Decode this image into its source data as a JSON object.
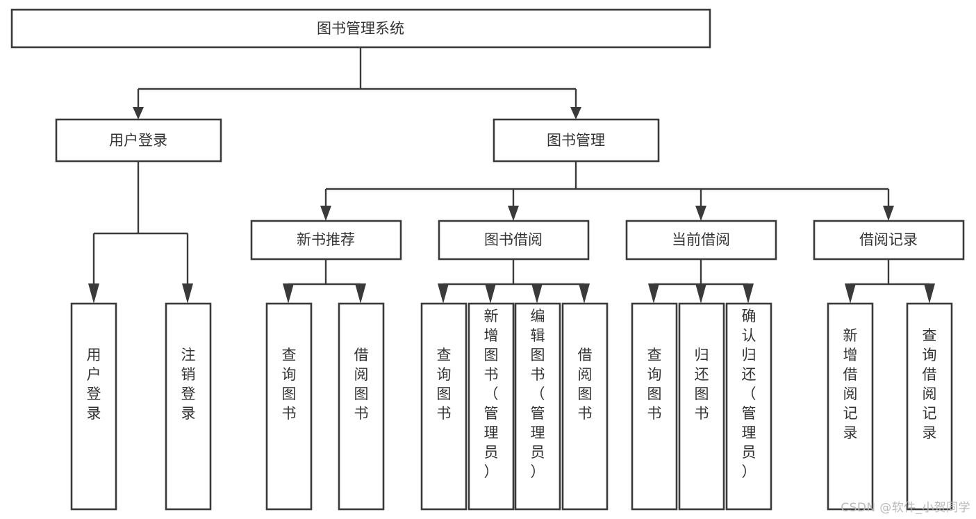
{
  "diagram": {
    "title": "图书管理系统",
    "type": "tree",
    "orientation": "top-down",
    "colors": {
      "box_stroke": "#3a3a3a",
      "box_fill": "#ffffff",
      "edge": "#3a3a3a",
      "label": "#333333",
      "background": "#ffffff",
      "watermark": "#b9b9b9"
    },
    "nodes": {
      "root": {
        "label": "图书管理系统",
        "orientation": "horizontal"
      },
      "level2": [
        {
          "id": "user-login",
          "label": "用户登录",
          "orientation": "horizontal"
        },
        {
          "id": "book-manage",
          "label": "图书管理",
          "orientation": "horizontal"
        }
      ],
      "level3": [
        {
          "id": "new-book-recommend",
          "label": "新书推荐",
          "orientation": "horizontal"
        },
        {
          "id": "book-borrow",
          "label": "图书借阅",
          "orientation": "horizontal"
        },
        {
          "id": "current-borrow",
          "label": "当前借阅",
          "orientation": "horizontal"
        },
        {
          "id": "borrow-record",
          "label": "借阅记录",
          "orientation": "horizontal"
        }
      ],
      "leaves": [
        {
          "id": "leaf-user-login",
          "label": "用户登录",
          "parent": "user-login",
          "orientation": "vertical"
        },
        {
          "id": "leaf-logout-login",
          "label": "注销登录",
          "parent": "user-login",
          "orientation": "vertical"
        },
        {
          "id": "leaf-query-book-1",
          "label": "查询图书",
          "parent": "new-book-recommend",
          "orientation": "vertical"
        },
        {
          "id": "leaf-borrow-book-1",
          "label": "借阅图书",
          "parent": "new-book-recommend",
          "orientation": "vertical"
        },
        {
          "id": "leaf-query-book-2",
          "label": "查询图书",
          "parent": "book-borrow",
          "orientation": "vertical"
        },
        {
          "id": "leaf-add-book",
          "label": "新增图书（管理员）",
          "parent": "book-borrow",
          "orientation": "vertical"
        },
        {
          "id": "leaf-edit-book",
          "label": "编辑图书（管理员）",
          "parent": "book-borrow",
          "orientation": "vertical"
        },
        {
          "id": "leaf-borrow-book-2",
          "label": "借阅图书",
          "parent": "book-borrow",
          "orientation": "vertical"
        },
        {
          "id": "leaf-query-book-3",
          "label": "查询图书",
          "parent": "current-borrow",
          "orientation": "vertical"
        },
        {
          "id": "leaf-return-book",
          "label": "归还图书",
          "parent": "current-borrow",
          "orientation": "vertical"
        },
        {
          "id": "leaf-confirm-return",
          "label": "确认归还（管理员）",
          "parent": "current-borrow",
          "orientation": "vertical"
        },
        {
          "id": "leaf-add-record",
          "label": "新增借阅记录",
          "parent": "borrow-record",
          "orientation": "vertical"
        },
        {
          "id": "leaf-query-record",
          "label": "查询借阅记录",
          "parent": "borrow-record",
          "orientation": "vertical"
        }
      ]
    },
    "watermark": "CSDN @软件_小贺同学"
  }
}
